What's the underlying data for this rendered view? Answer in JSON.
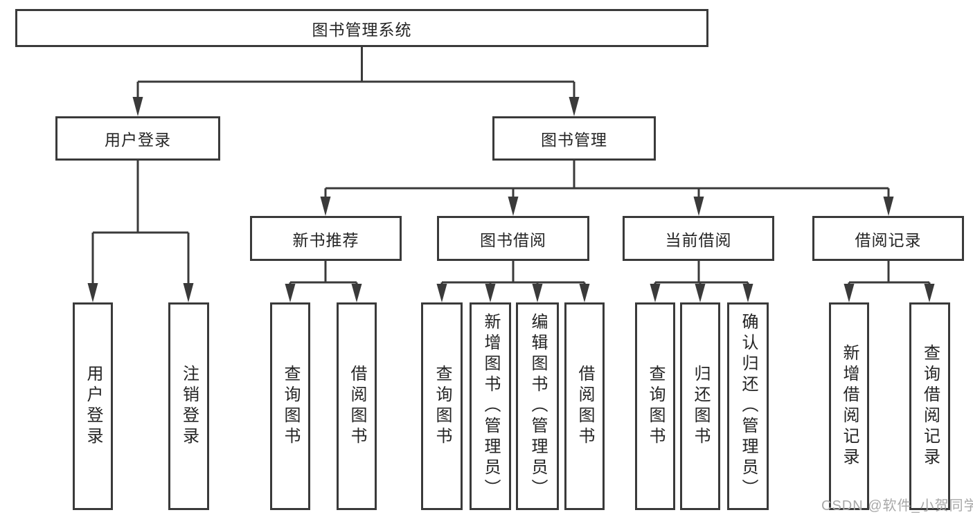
{
  "style": {
    "line_color": "#3a3a3a",
    "text_color": "#242424",
    "watermark_color": "#a8a8a8"
  },
  "tree": {
    "label": "图书管理系统",
    "children": [
      {
        "label": "用户登录",
        "children": [
          {
            "label": "用户登录"
          },
          {
            "label": "注销登录"
          }
        ]
      },
      {
        "label": "图书管理",
        "children": [
          {
            "label": "新书推荐",
            "children": [
              {
                "label": "查询图书"
              },
              {
                "label": "借阅图书"
              }
            ]
          },
          {
            "label": "图书借阅",
            "children": [
              {
                "label": "查询图书"
              },
              {
                "label": "新增图书（管理员）"
              },
              {
                "label": "编辑图书（管理员）"
              },
              {
                "label": "借阅图书"
              }
            ]
          },
          {
            "label": "当前借阅",
            "children": [
              {
                "label": "查询图书"
              },
              {
                "label": "归还图书"
              },
              {
                "label": "确认归还（管理员）"
              }
            ]
          },
          {
            "label": "借阅记录",
            "children": [
              {
                "label": "新增借阅记录"
              },
              {
                "label": "查询借阅记录"
              }
            ]
          }
        ]
      }
    ]
  },
  "watermark": {
    "text": "CSDN @软件_小贺同学"
  }
}
